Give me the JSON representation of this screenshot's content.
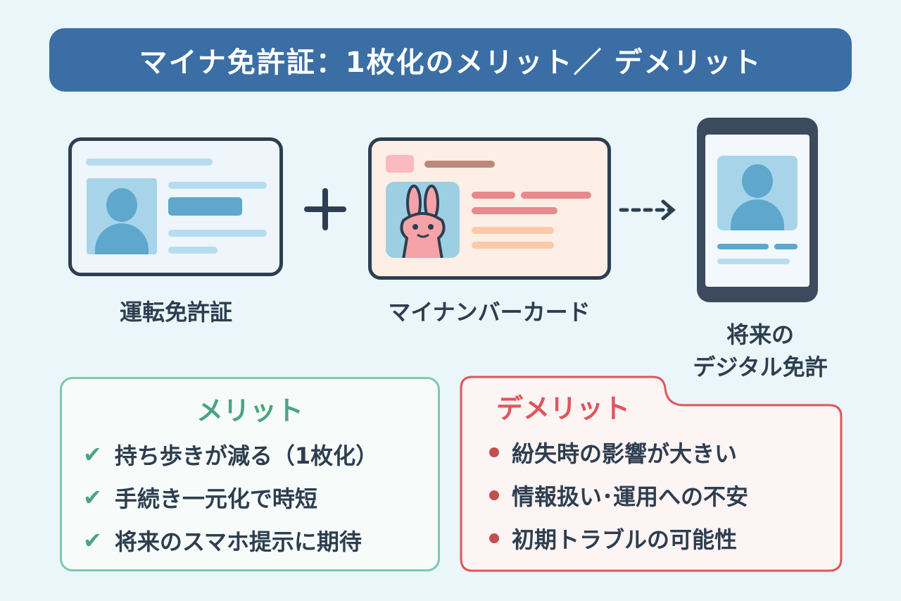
{
  "title": "マイナ免許証：1枚化のメリット／ デメリット",
  "cards": {
    "license_label": "運転免許証",
    "mynumber_label": "マイナンバーカード",
    "digital_label_line1": "将来の",
    "digital_label_line2": "デジタル免許"
  },
  "operator": "+",
  "merits": {
    "title": "メリット",
    "items": [
      "持ち歩きが減る（1枚化）",
      "手続き一元化で時短",
      "将来のスマホ提示に期待"
    ],
    "color": "#4aa57f"
  },
  "demerits": {
    "title": "デメリット",
    "items": [
      "紛失時の影響が大きい",
      "情報扱い･運用への不安",
      "初期トラブルの可能性"
    ],
    "color": "#e0555a"
  }
}
